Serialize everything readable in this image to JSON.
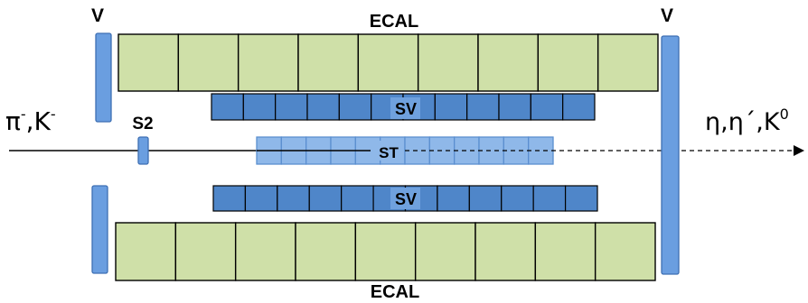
{
  "labels": {
    "veto_top_left": "V",
    "veto_right": "V",
    "ecal_top": "ECAL",
    "ecal_bottom": "ECAL",
    "sv_top": "SV",
    "sv_bottom": "SV",
    "st": "ST",
    "s2": "S2",
    "beam_in_pi": "π",
    "beam_in_pi_sup": "-",
    "beam_in_sep": ",K",
    "beam_in_k_sup": "-",
    "beam_out_main": "η,η´,K",
    "beam_out_sup": "0"
  },
  "structure": {
    "ecal_top_cells": 9,
    "ecal_bottom_cells": 9,
    "sv_top_cells": 12,
    "sv_bottom_cells": 12,
    "st_cells": 12
  },
  "colors": {
    "ecal_fill": "#cfe0a8",
    "sv_fill": "#4f86c9",
    "st_fill": "#8fb8e9",
    "veto_fill": "#6a9ee0",
    "line": "#000000"
  }
}
